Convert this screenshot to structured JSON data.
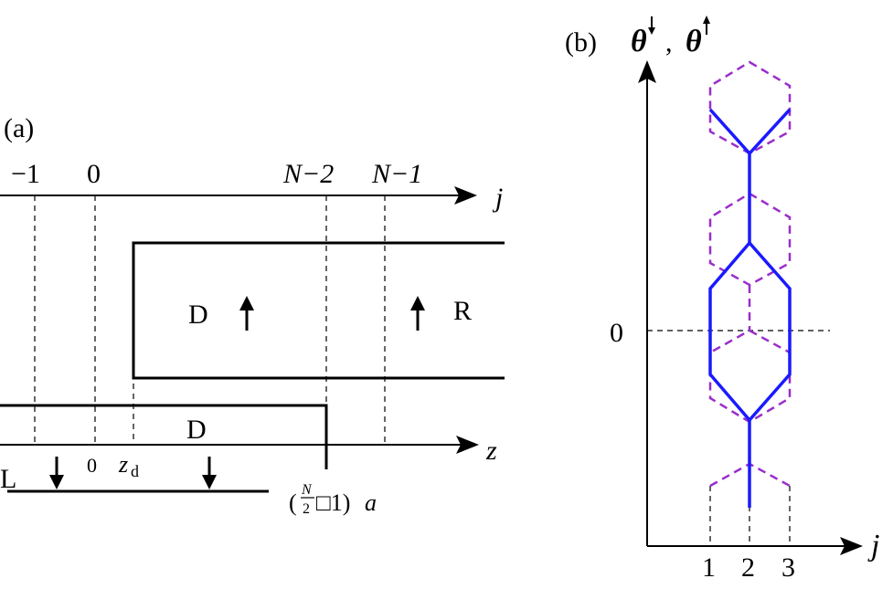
{
  "panel_a": {
    "label": "(a)",
    "top_axis": {
      "ticks": [
        "−1",
        "0",
        "N−2",
        "N−1"
      ],
      "axis_label": "j"
    },
    "region_D_upper": "D",
    "region_R": "R",
    "bottom_axis": {
      "axis_label": "z",
      "tick_zero": "0",
      "tick_zd_main": "z",
      "tick_zd_sub": "d",
      "tick_n_open": "(",
      "tick_n_num": "N",
      "tick_n_den": "2",
      "tick_n_rest": "□1)",
      "tick_n_a": "a"
    },
    "region_D_lower": "D",
    "region_L": "L"
  },
  "panel_b": {
    "label": "(b)",
    "y_label_theta": "θ",
    "y_label_sep": ",",
    "origin_label": "0",
    "x_ticks": [
      "1",
      "2",
      "3"
    ],
    "x_axis_label": "j",
    "colors": {
      "solid_path": "#1a1aff",
      "dashed_path": "#9a2ecb"
    }
  }
}
